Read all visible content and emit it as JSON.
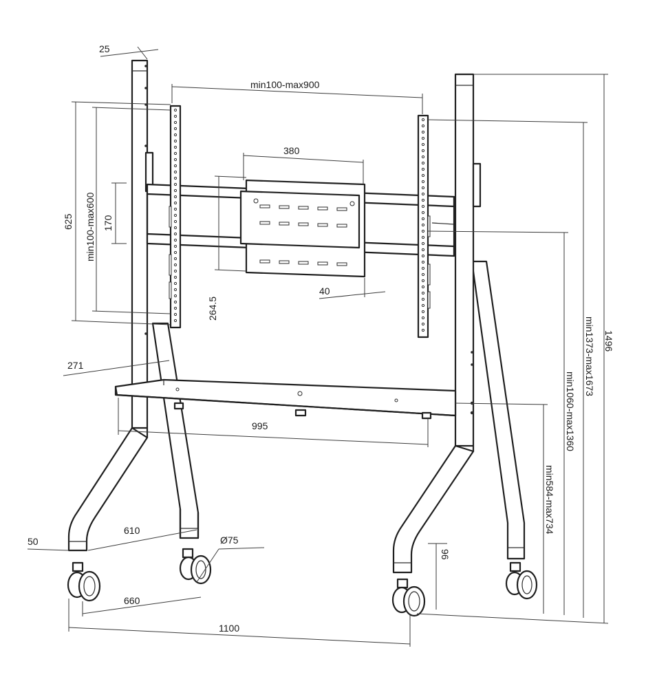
{
  "dimensions": {
    "post_width": "25",
    "vesa_horizontal": "min100-max900",
    "vesa_vertical": "min100-max600",
    "bracket_height": "625",
    "plate_width": "380",
    "plate_slot_spacing": "170",
    "plate_height": "264.5",
    "plate_depth": "40",
    "shelf_offset": "271",
    "shelf_width": "995",
    "overall_height": "1496",
    "mount_height_top": "min1373-max1673",
    "mount_height_center": "min1060-max1360",
    "shelf_height": "min584-max734",
    "base_depth_upper": "610",
    "base_toe": "50",
    "caster_diameter": "Ø75",
    "base_depth_lower": "660",
    "caster_height": "96",
    "overall_width": "1100"
  }
}
